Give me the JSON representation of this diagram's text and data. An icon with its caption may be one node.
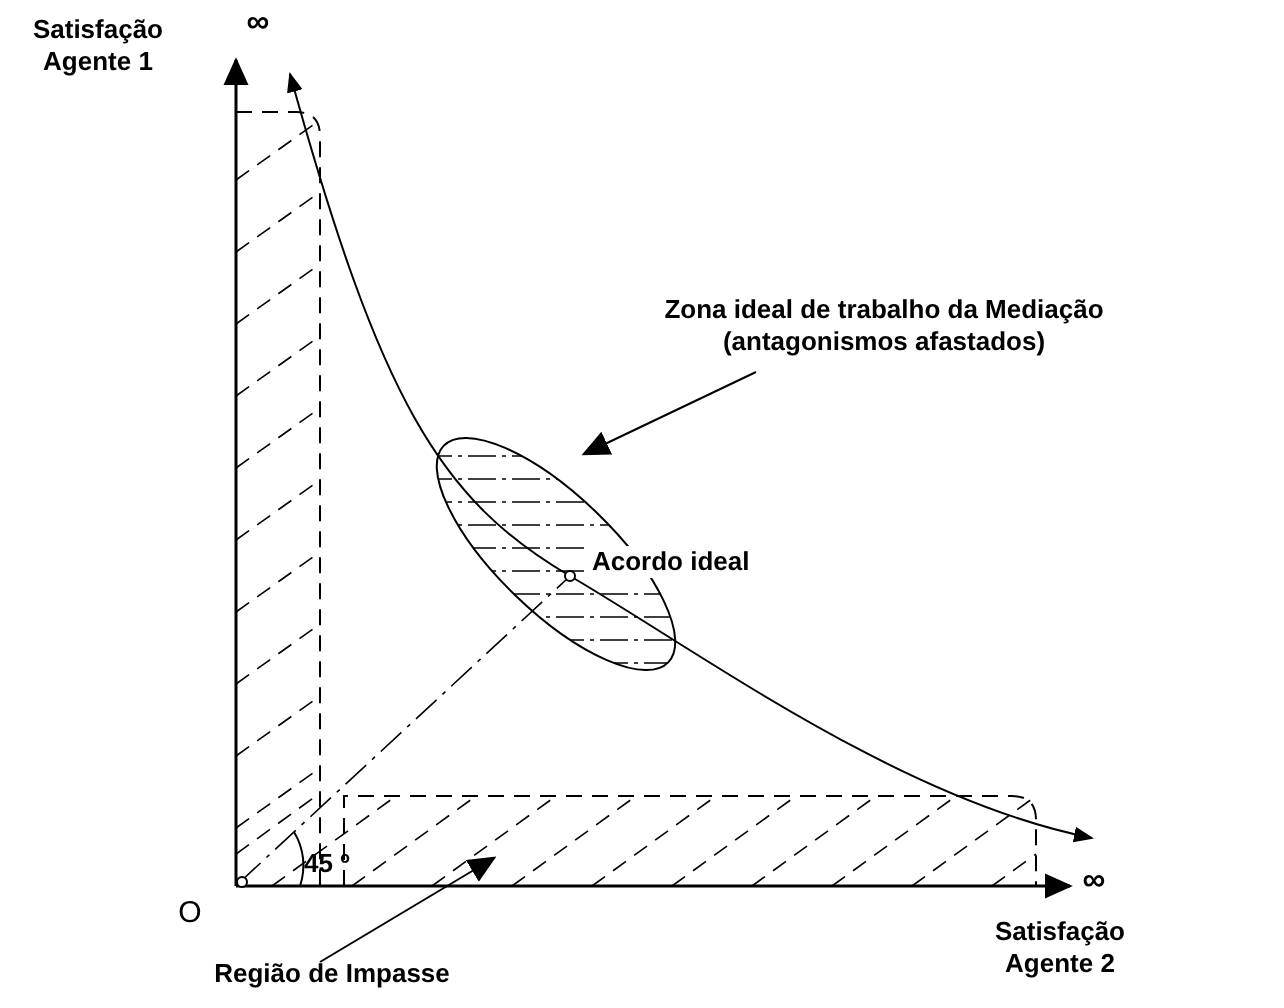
{
  "diagram": {
    "nodes": [
      {
        "text": [
          "Zona ideal de trabalho da Mediação (antagonismos afastados)"
        ]
      },
      {
        "text": [],
        "shape": "ellipse"
      },
      {
        "text": [
          "Região de Impasse"
        ]
      },
      {
        "text": [],
        "shape": "box"
      }
    ],
    "edges": [
      {
        "from": 0,
        "to": 1,
        "arrow": "to"
      },
      {
        "from": 2,
        "to": 3,
        "arrow": "to"
      }
    ],
    "labels": [
      "Satisfação Agente 1",
      "∞",
      "Acordo ideal",
      "45 º",
      "O",
      "∞",
      "Satisfação Agente 2"
    ]
  }
}
